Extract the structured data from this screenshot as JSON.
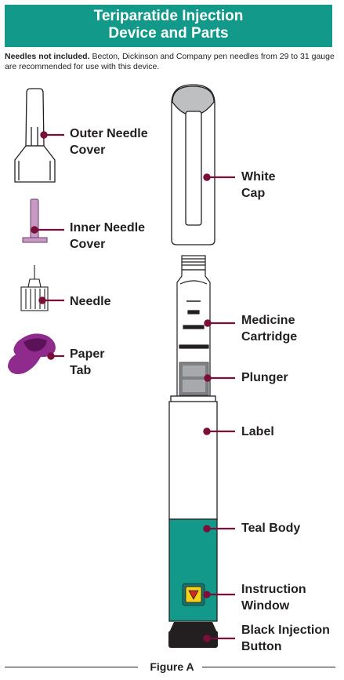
{
  "title": {
    "line1": "Teriparatide Injection",
    "line2": "Device and Parts"
  },
  "note": {
    "bold": "Needles not included.",
    "text": " Becton, Dickinson and Company pen needles from 29 to 31 gauge are recommended for use with this device."
  },
  "labels": {
    "outer_needle_cover": [
      "Outer Needle",
      "Cover"
    ],
    "inner_needle_cover": [
      "Inner Needle",
      "Cover"
    ],
    "needle": [
      "Needle"
    ],
    "paper_tab": [
      "Paper",
      "Tab"
    ],
    "white_cap": [
      "White",
      "Cap"
    ],
    "medicine_cartridge": [
      "Medicine",
      "Cartridge"
    ],
    "plunger": [
      "Plunger"
    ],
    "label": [
      "Label"
    ],
    "teal_body": [
      "Teal Body"
    ],
    "instruction_window": [
      "Instruction",
      "Window"
    ],
    "black_injection_button": [
      "Black Injection",
      "Button"
    ]
  },
  "caption": "Figure A",
  "colors": {
    "teal": "#13998a",
    "maroon": "#7a0f3a",
    "purple": "#8e2b8c",
    "needle_pink": "#c79ac4",
    "window_yellow": "#f4d21b",
    "black": "#231f20"
  }
}
